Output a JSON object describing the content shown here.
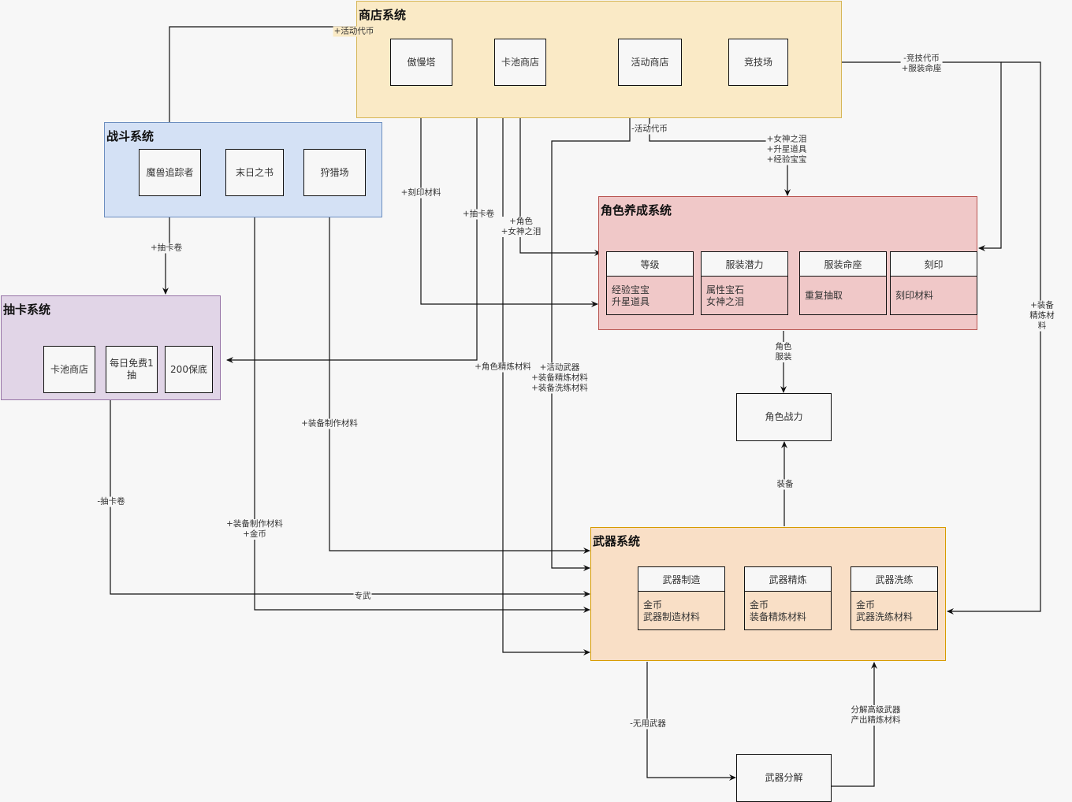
{
  "groups": {
    "shop": {
      "title": "商店系统",
      "color": "#faeac6",
      "nodes": [
        "傲慢塔",
        "卡池商店",
        "活动商店",
        "竞技场"
      ]
    },
    "battle": {
      "title": "战斗系统",
      "color": "#d4e1f5",
      "nodes": [
        "魔兽追踪者",
        "末日之书",
        "狩猎场"
      ]
    },
    "gacha": {
      "title": "抽卡系统",
      "color": "#e1d5e7",
      "nodes": [
        "卡池商店",
        "每日免费1抽",
        "200保底"
      ]
    },
    "char": {
      "title": "角色养成系统",
      "color": "#f0c8c8",
      "cards": [
        {
          "head": "等级",
          "body": "经验宝宝\n升星道具"
        },
        {
          "head": "服装潜力",
          "body": "属性宝石\n女神之泪"
        },
        {
          "head": "服装命座",
          "body": "重复抽取"
        },
        {
          "head": "刻印",
          "body": "刻印材料"
        }
      ]
    },
    "weapon": {
      "title": "武器系统",
      "color": "#f9dfc6",
      "cards": [
        {
          "head": "武器制造",
          "body": "金币\n武器制造材料"
        },
        {
          "head": "武器精炼",
          "body": "金币\n装备精炼材料"
        },
        {
          "head": "武器洗练",
          "body": "金币\n武器洗练材料"
        }
      ]
    }
  },
  "standalone": {
    "power": "角色战力",
    "decompose": "武器分解"
  },
  "edge_labels": {
    "activity_token_plus": "+活动代币",
    "arena_out": "-竞技代币\n+服装命座",
    "activity_token_minus": "-活动代币",
    "event_to_char": "+女神之泪\n+升星道具\n+经验宝宝",
    "tower_imprint": "+刻印材料",
    "pool_ticket": "+抽卡卷",
    "pool_char": "+角色\n+女神之泪",
    "hunter_ticket": "+抽卡卷",
    "char_refine": "+角色精炼材料",
    "event_weapon": "+活动武器\n+装备精炼材料\n+装备洗练材料",
    "hunt_craft": "+装备制作材料",
    "arena_refine": "+装备精炼材料",
    "char_to_power": "角色\n服装",
    "weapon_to_power": "装备",
    "gacha_ticket_minus": "-抽卡卷",
    "doom_out": "+装备制作材料\n+金币",
    "exclusive_weapon": "专武",
    "useless_weapon": "-无用武器",
    "decompose_out": "分解高级武器\n产出精炼材料"
  }
}
